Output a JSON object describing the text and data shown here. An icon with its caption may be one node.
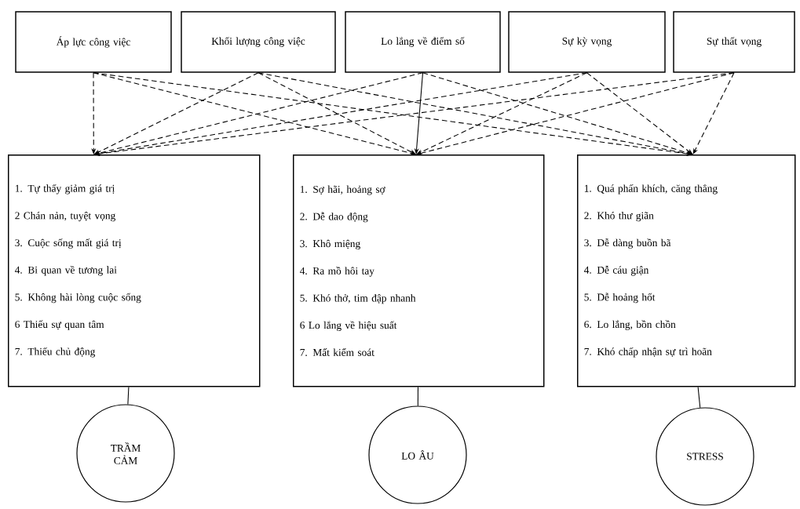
{
  "diagram": {
    "nodes": [
      {
        "text": [
          "Áp lực công việc"
        ]
      },
      {
        "text": [
          "Khối lượng công việc"
        ]
      },
      {
        "text": [
          "Lo lắng về điểm số"
        ]
      },
      {
        "text": [
          "Sự kỳ vọng"
        ]
      },
      {
        "text": [
          "Sự thất vọng"
        ]
      },
      {
        "text": [
          "1. Tự thấy giảm giá trị",
          "2 Chán nản, tuyệt vọng",
          "3. Cuộc sống mất giá trị",
          "4. Bi quan về tương lai",
          "5. Không hài lòng cuộc sống",
          "6 Thiếu sự quan tâm",
          "7. Thiếu chủ động"
        ]
      },
      {
        "text": [
          "1. Sợ hãi, hoảng sợ",
          "2. Dễ dao động",
          "3. Khô miệng",
          "4. Ra mồ hôi tay",
          "5. Khó thở, tim đập nhanh",
          "6 Lo lắng về hiệu suất",
          "7. Mất kiểm soát"
        ]
      },
      {
        "text": [
          "1. Quá phấn khích, căng thẳng",
          "2. Khó thư giãn",
          "3. Dễ dàng buồn bã",
          "4. Dễ cáu giận",
          "5. Dễ hoảng hốt",
          "6. Lo lắng, bồn chồn",
          "7. Khó chấp nhận sự trì hoãn"
        ]
      },
      {
        "text": [
          "TRẦM CẢM"
        ]
      },
      {
        "text": [
          "LO ÂU"
        ]
      },
      {
        "text": [
          "STRESS"
        ]
      }
    ],
    "edges": [
      {
        "from": 0,
        "to": 5,
        "arrow": "to",
        "style": "dashed"
      },
      {
        "from": 0,
        "to": 6,
        "arrow": "to",
        "style": "dashed"
      },
      {
        "from": 0,
        "to": 7,
        "arrow": "to",
        "style": "dashed"
      },
      {
        "from": 1,
        "to": 5,
        "arrow": "to",
        "style": "dashed"
      },
      {
        "from": 1,
        "to": 6,
        "arrow": "to",
        "style": "dashed"
      },
      {
        "from": 1,
        "to": 7,
        "arrow": "to",
        "style": "dashed"
      },
      {
        "from": 2,
        "to": 5,
        "arrow": "to",
        "style": "dashed"
      },
      {
        "from": 2,
        "to": 6,
        "arrow": "to"
      },
      {
        "from": 2,
        "to": 7,
        "arrow": "to",
        "style": "dashed"
      },
      {
        "from": 3,
        "to": 5,
        "arrow": "to",
        "style": "dashed"
      },
      {
        "from": 3,
        "to": 6,
        "arrow": "to",
        "style": "dashed"
      },
      {
        "from": 3,
        "to": 7,
        "arrow": "to",
        "style": "dashed"
      },
      {
        "from": 4,
        "to": 5,
        "arrow": "to",
        "style": "dashed"
      },
      {
        "from": 4,
        "to": 6,
        "arrow": "to",
        "style": "dashed"
      },
      {
        "from": 4,
        "to": 7,
        "arrow": "to",
        "style": "dashed"
      },
      {
        "from": 5,
        "to": 8,
        "arrow": "none"
      },
      {
        "from": 6,
        "to": 9,
        "arrow": "none"
      },
      {
        "from": 7,
        "to": 10,
        "arrow": "none"
      }
    ]
  }
}
